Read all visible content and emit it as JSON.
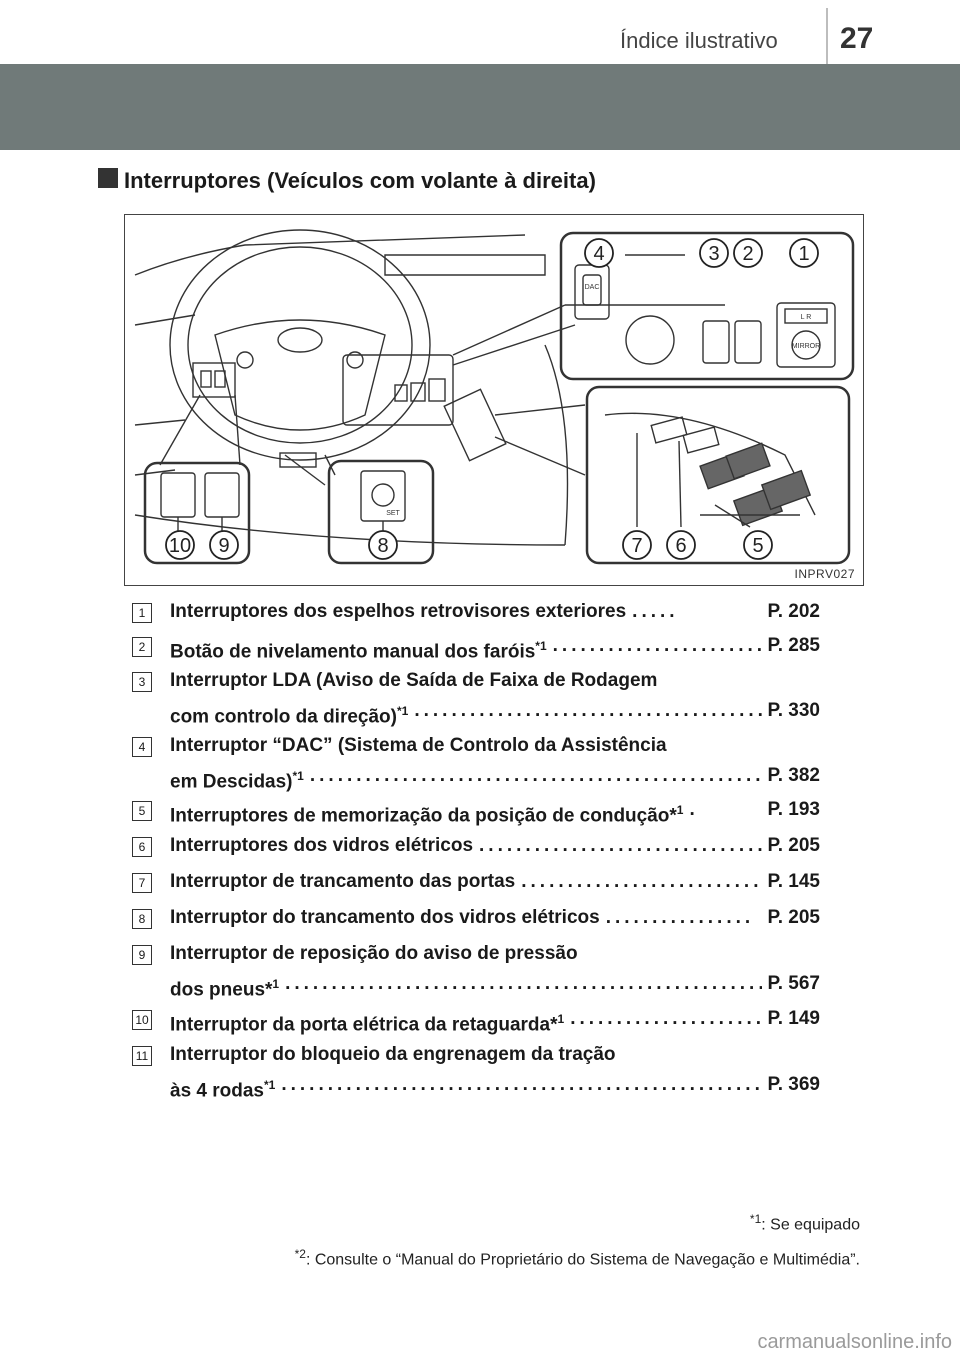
{
  "header": {
    "title": "Índice ilustrativo",
    "page_number": "27"
  },
  "section": {
    "title": "Interruptores (Veículos com volante à direita)"
  },
  "figure": {
    "code": "INPRV027",
    "callouts": [
      "1",
      "2",
      "3",
      "4",
      "5",
      "6",
      "7",
      "8",
      "9",
      "10"
    ],
    "labels": {
      "dac": "DAC",
      "mirror": "MIRROR",
      "lr": "L   R",
      "set": "SET"
    }
  },
  "items": [
    {
      "num": "1",
      "text": "Interruptores dos espelhos retrovisores exteriores",
      "page": "P. 202"
    },
    {
      "num": "2",
      "text": "Botão de nivelamento manual dos faróis",
      "sup": "*1",
      "page": "P. 285"
    },
    {
      "num": "3",
      "line1": "Interruptor LDA (Aviso de Saída de Faixa de Rodagem",
      "text": "com controlo da direção)",
      "sup": "*1",
      "page": "P. 330"
    },
    {
      "num": "4",
      "line1": "Interruptor “DAC” (Sistema de Controlo da Assistência",
      "text": "em Descidas)",
      "sup": "*1",
      "page": "P. 382"
    },
    {
      "num": "5",
      "text": "Interruptores de memorização da posição de condução*",
      "sup": "1",
      "page": "P. 193"
    },
    {
      "num": "6",
      "text": "Interruptores dos vidros elétricos",
      "page": "P. 205"
    },
    {
      "num": "7",
      "text": "Interruptor de trancamento das portas",
      "page": "P. 145"
    },
    {
      "num": "8",
      "text": "Interruptor do trancamento dos vidros elétricos",
      "page": "P. 205"
    },
    {
      "num": "9",
      "line1": "Interruptor de reposição do aviso de pressão",
      "text": "dos pneus*",
      "sup": "1",
      "page": "P. 567"
    },
    {
      "num": "10",
      "text": "Interruptor da porta elétrica da retaguarda*",
      "sup": "1",
      "page": "P. 149"
    },
    {
      "num": "11",
      "line1": "Interruptor do bloqueio da engrenagem da tração",
      "text": "às 4 rodas",
      "sup": "*1",
      "page": "P. 369"
    }
  ],
  "footnotes": [
    {
      "mark": "*1",
      "text": ": Se equipado"
    },
    {
      "mark": "*2",
      "text": ": Consulte o “Manual do Proprietário do Sistema de Navegação e Multimédia”."
    }
  ],
  "watermark": "carmanualsonline.info",
  "colors": {
    "banner": "#707a79",
    "header_divider": "#bdbdbd"
  }
}
